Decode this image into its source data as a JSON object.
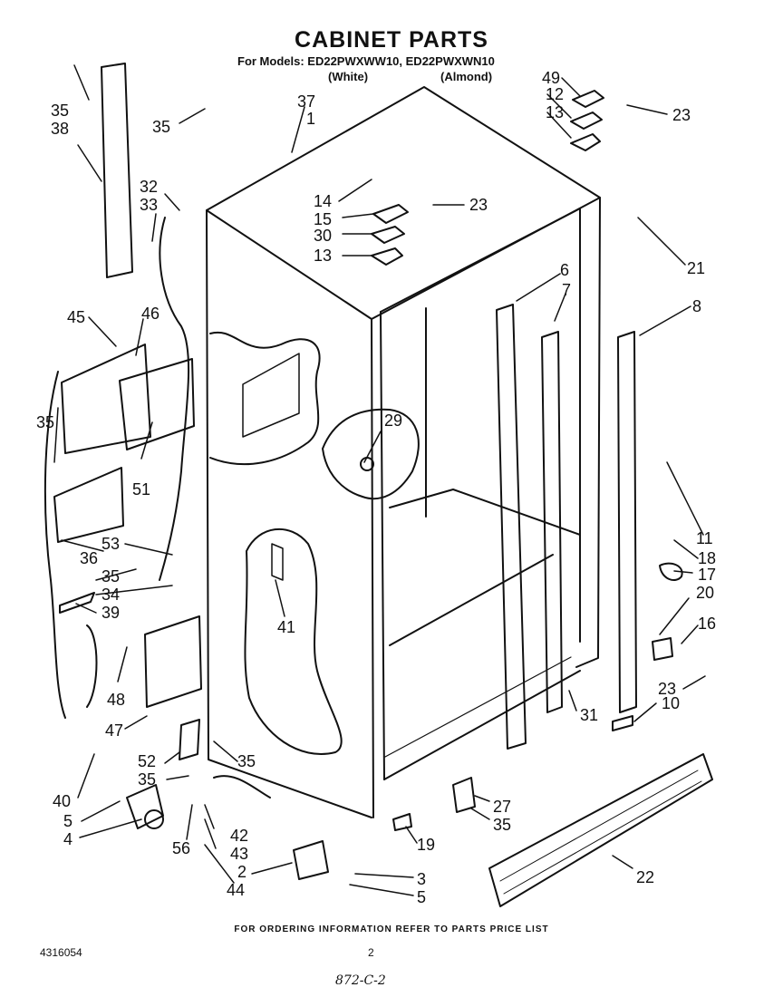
{
  "header": {
    "title": "CABINET PARTS",
    "models": "For Models: ED22PWXWW10, ED22PWXWN10",
    "white": "(White)",
    "almond": "(Almond)"
  },
  "callouts": {
    "c1": "1",
    "c2": "2",
    "c3": "3",
    "c4": "4",
    "c5a": "5",
    "c5b": "5",
    "c6": "6",
    "c7": "7",
    "c8": "8",
    "c10": "10",
    "c11": "11",
    "c12": "12",
    "c13a": "13",
    "c13b": "13",
    "c14": "14",
    "c15": "15",
    "c16": "16",
    "c17": "17",
    "c18": "18",
    "c19": "19",
    "c20": "20",
    "c21": "21",
    "c22": "22",
    "c23a": "23",
    "c23b": "23",
    "c23c": "23",
    "c27": "27",
    "c29": "29",
    "c30": "30",
    "c31": "31",
    "c32": "32",
    "c33": "33",
    "c34": "34",
    "c35a": "35",
    "c35b": "35",
    "c35c": "35",
    "c35d": "35",
    "c35e": "35",
    "c35f": "35",
    "c35g": "35",
    "c36": "36",
    "c37": "37",
    "c38": "38",
    "c39": "39",
    "c40": "40",
    "c41": "41",
    "c42": "42",
    "c43": "43",
    "c44": "44",
    "c45": "45",
    "c46": "46",
    "c47": "47",
    "c48": "48",
    "c49": "49",
    "c51": "51",
    "c52": "52",
    "c53": "53",
    "c56": "56"
  },
  "footer": {
    "note": "FOR ORDERING INFORMATION REFER TO PARTS PRICE LIST",
    "doc_number": "4316054",
    "page": "2",
    "handwritten": "872-C-2"
  }
}
